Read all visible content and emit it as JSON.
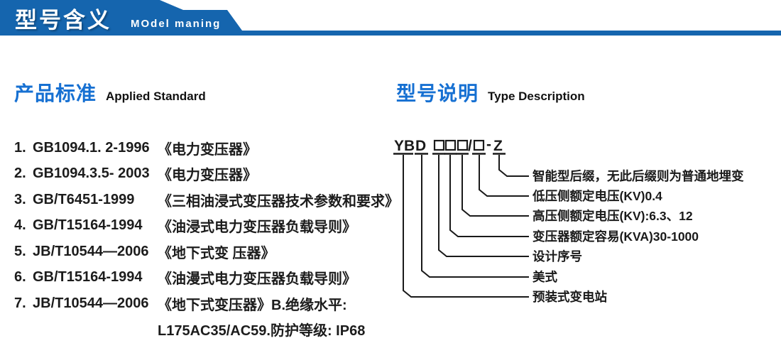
{
  "header": {
    "title_cn": "型号含义",
    "title_en": "MOdel maning"
  },
  "colors": {
    "banner_blue": "#1565ae",
    "heading_blue": "#1670d2",
    "text_dark": "#1a1a1a"
  },
  "left_section": {
    "heading_cn": "产品标准",
    "heading_en": "Applied Standard",
    "standards": [
      {
        "num": "1.",
        "code": "GB1094.1. 2-1996",
        "title": "《电力变压器》"
      },
      {
        "num": "2.",
        "code": "GB1094.3.5- 2003",
        "title": "《电力变压器》"
      },
      {
        "num": "3.",
        "code": "GB/T6451-1999",
        "title": "《三相油浸式变压器技术参数和要求》"
      },
      {
        "num": "4.",
        "code": "GB/T15164-1994",
        "title": "《油浸式电力变压器负载导则》"
      },
      {
        "num": "5.",
        "code": "JB/T10544—2006",
        "title": "《地下式变 压器》"
      },
      {
        "num": "6.",
        "code": "GB/T15164-1994",
        "title": "《油漫式电力变压器负载导则》"
      },
      {
        "num": "7.",
        "code": "JB/T10544—2006",
        "title": "《地下式变压器》B.绝缘水平:"
      }
    ],
    "continuation": "L175AC35/AC59.防护等级: IP68"
  },
  "right_section": {
    "heading_cn": "型号说明",
    "heading_en": "Type Description",
    "model_code": {
      "prefix": "YB",
      "type_letter": "D",
      "slash": "/",
      "dash": "-",
      "suffix": "Z",
      "full": "YBD□□□/□-Z"
    },
    "labels": [
      "智能型后缀，无此后缀则为普通地埋变",
      "低压侧额定电压(KV)0.4",
      "高压侧额定电压(KV):6.3、12",
      "变压器额定容易(KVA)30-1000",
      "设计序号",
      "美式",
      "预装式变电站"
    ]
  }
}
